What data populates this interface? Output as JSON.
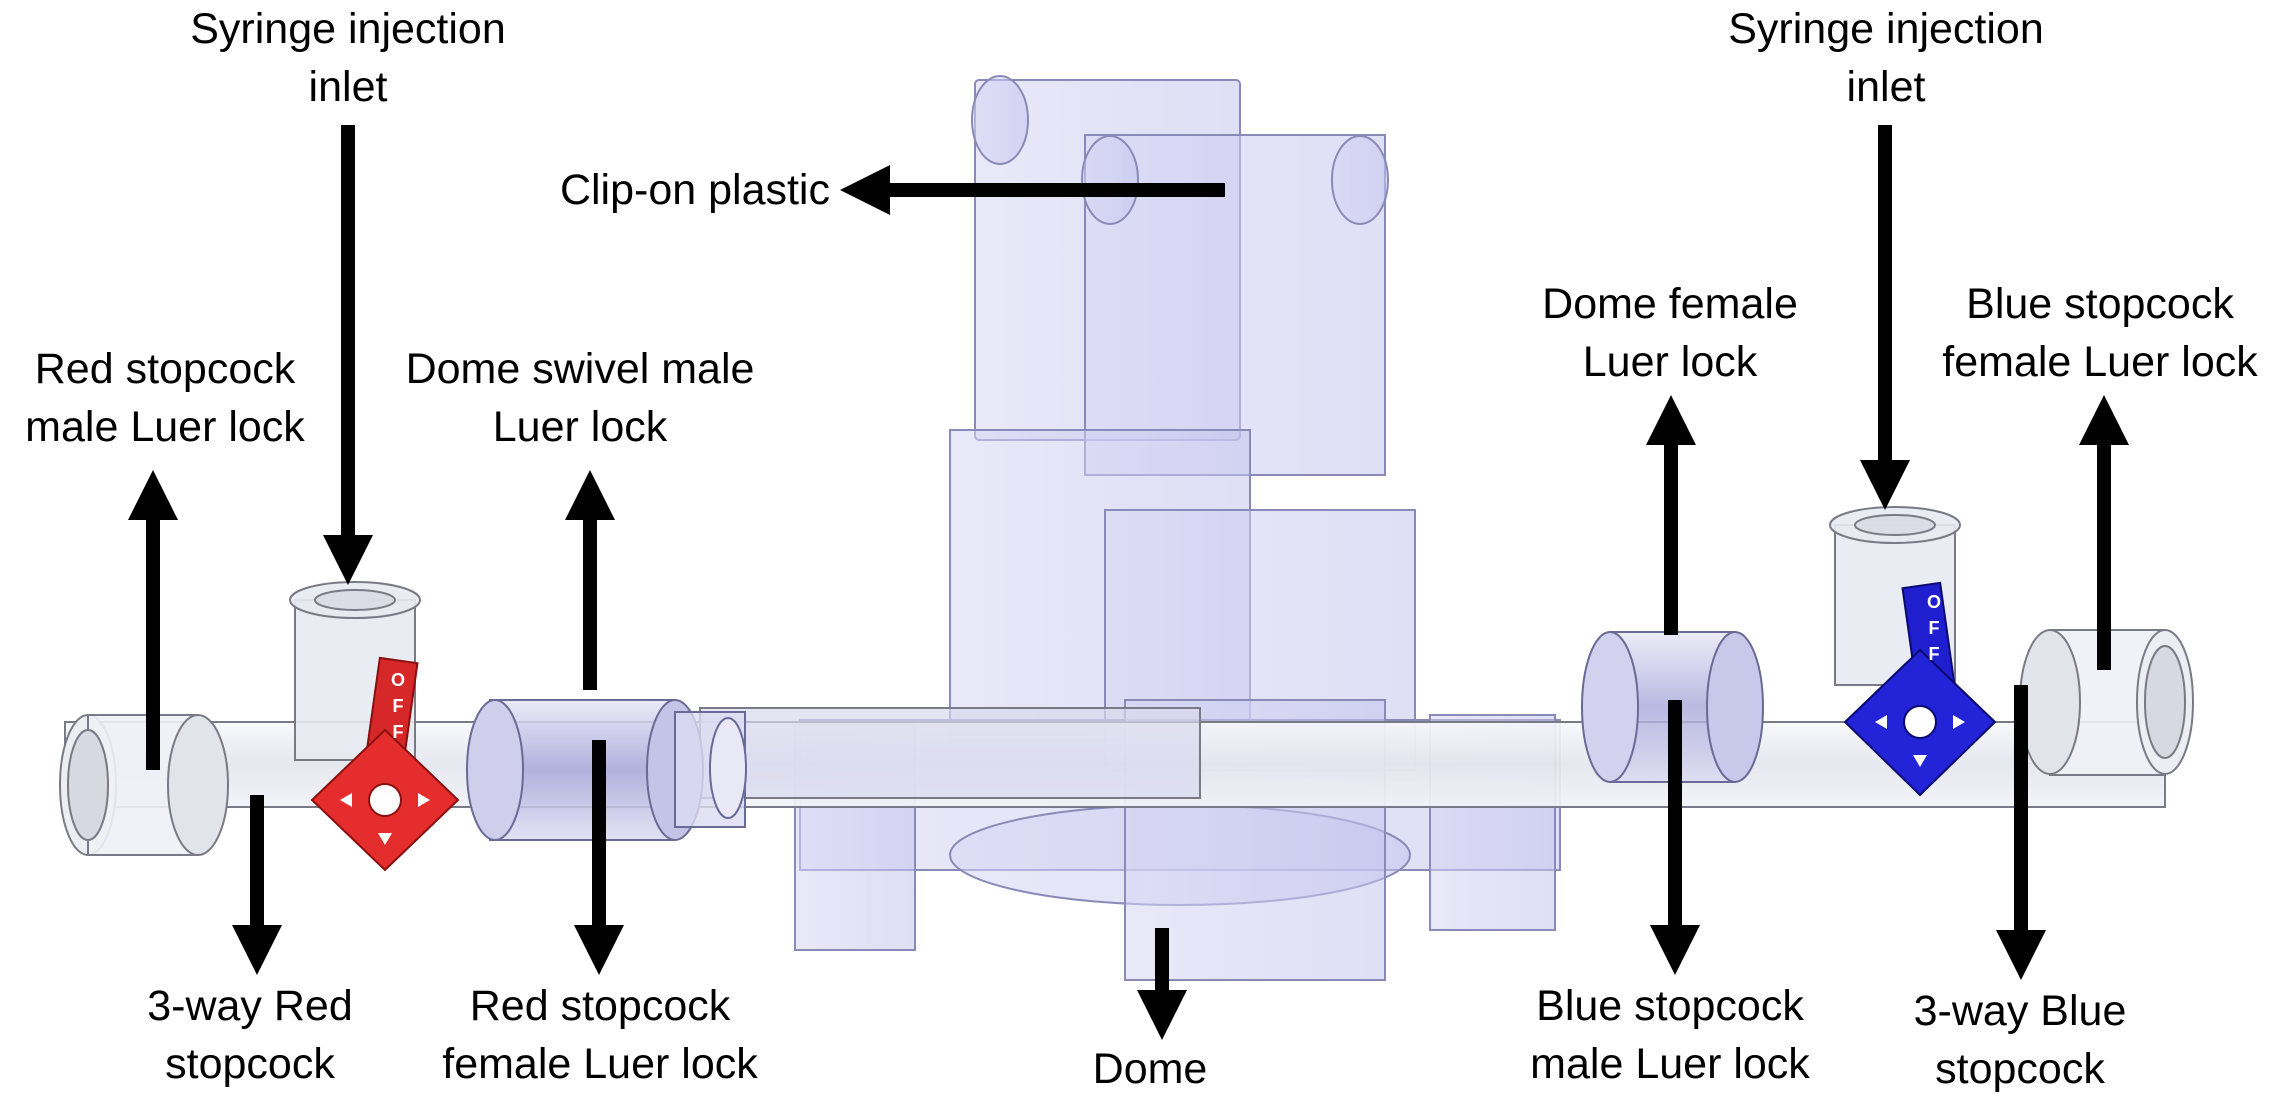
{
  "labels": {
    "syringe_left": [
      "Syringe injection",
      "inlet"
    ],
    "syringe_right": [
      "Syringe injection",
      "inlet"
    ],
    "clip_on": [
      "Clip-on plastic"
    ],
    "red_male": [
      "Red stopcock",
      "male Luer lock"
    ],
    "dome_swivel": [
      "Dome swivel male",
      "Luer lock"
    ],
    "dome_female": [
      "Dome female",
      "Luer lock"
    ],
    "blue_female": [
      "Blue stopcock",
      "female Luer lock"
    ],
    "red_3way": [
      "3-way Red",
      "stopcock"
    ],
    "red_female": [
      "Red stopcock",
      "female Luer lock"
    ],
    "dome": [
      "Dome"
    ],
    "blue_male": [
      "Blue stopcock",
      "male Luer lock"
    ],
    "blue_3way": [
      "3-way Blue",
      "stopcock"
    ]
  },
  "valve_text": {
    "red_off": "OFF",
    "blue_off": "OFF"
  },
  "colors": {
    "red_valve": "#e52d2d",
    "blue_valve": "#2323d8",
    "tube_fill": "#eef0f6",
    "dome_fill": "#c8c8f0",
    "arrow": "#000000"
  }
}
